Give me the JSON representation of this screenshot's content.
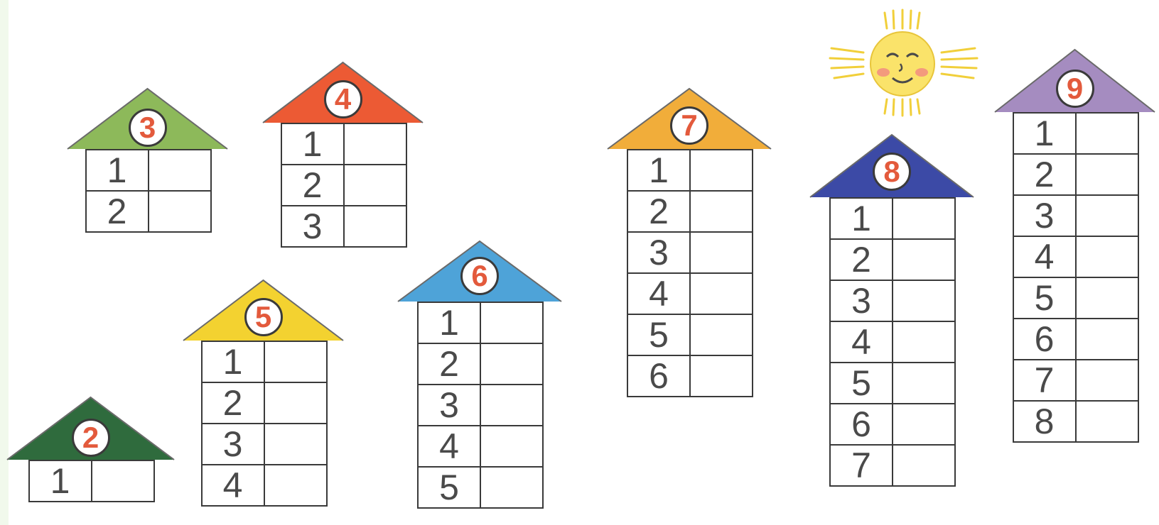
{
  "houses": [
    {
      "number": "3",
      "rows": [
        "1",
        "2"
      ],
      "roof_color": "#8db95a"
    },
    {
      "number": "4",
      "rows": [
        "1",
        "2",
        "3"
      ],
      "roof_color": "#ec5a34"
    },
    {
      "number": "2",
      "rows": [
        "1"
      ],
      "roof_color": "#2f6b3d"
    },
    {
      "number": "5",
      "rows": [
        "1",
        "2",
        "3",
        "4"
      ],
      "roof_color": "#f3d230"
    },
    {
      "number": "6",
      "rows": [
        "1",
        "2",
        "3",
        "4",
        "5"
      ],
      "roof_color": "#4ea3d8"
    },
    {
      "number": "7",
      "rows": [
        "1",
        "2",
        "3",
        "4",
        "5",
        "6"
      ],
      "roof_color": "#f1ad3a"
    },
    {
      "number": "8",
      "rows": [
        "1",
        "2",
        "3",
        "4",
        "5",
        "6",
        "7"
      ],
      "roof_color": "#3c4aa6"
    },
    {
      "number": "9",
      "rows": [
        "1",
        "2",
        "3",
        "4",
        "5",
        "6",
        "7",
        "8"
      ],
      "roof_color": "#a58cc0"
    }
  ],
  "sun": {
    "color": "#fae36a",
    "cheek_color": "#f39a7d",
    "icon": "sun-icon"
  }
}
